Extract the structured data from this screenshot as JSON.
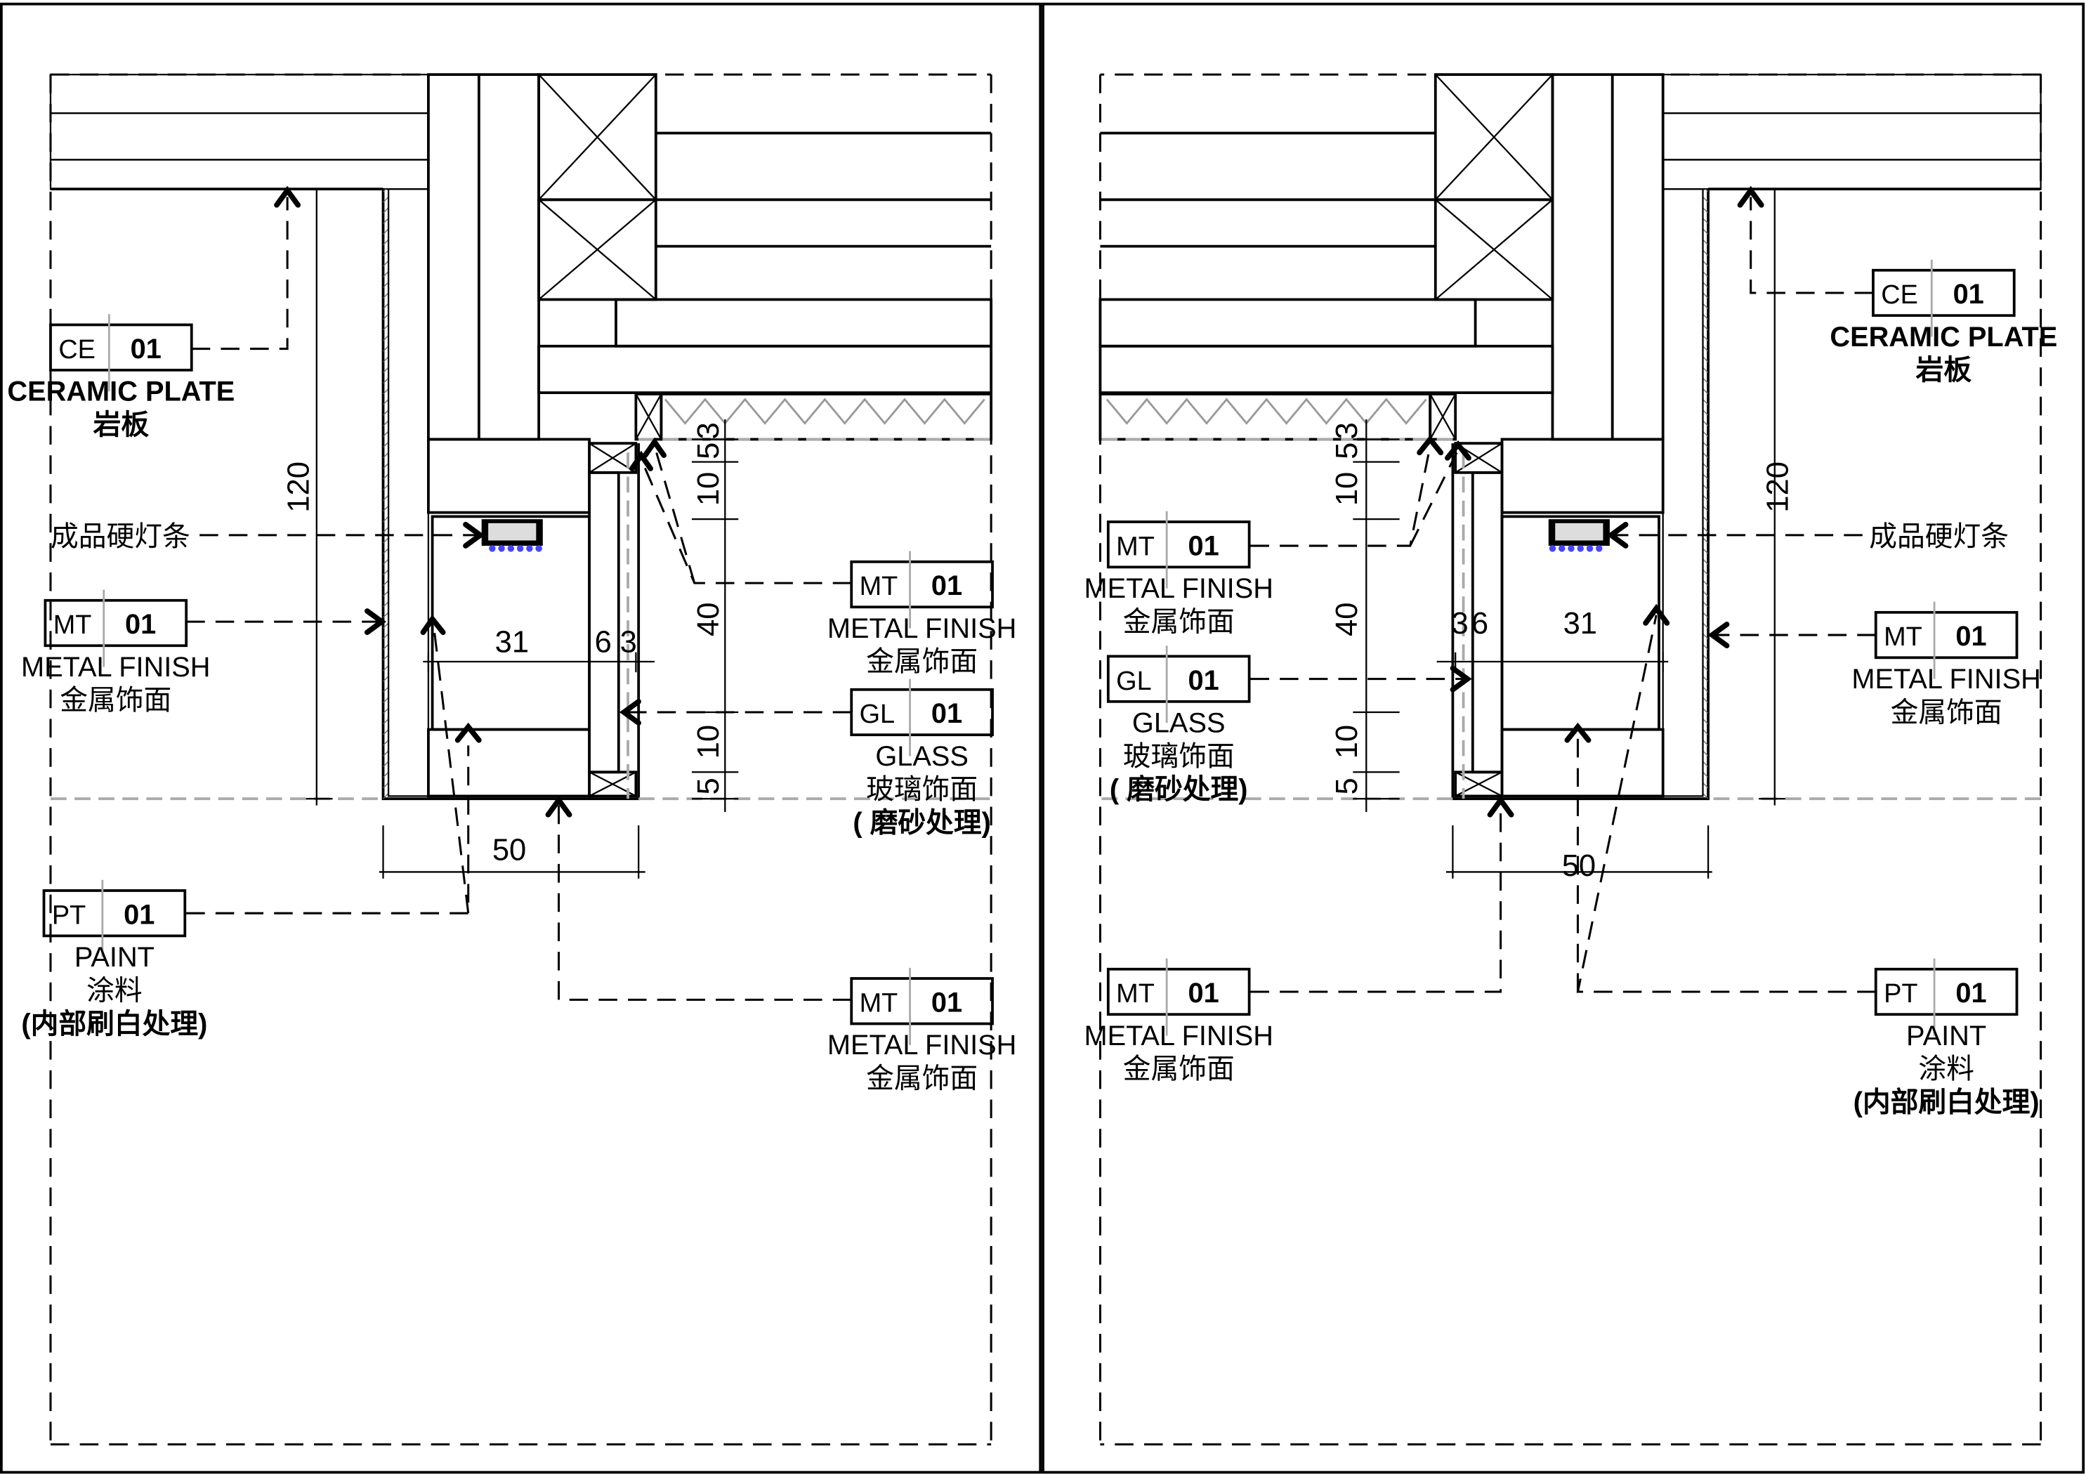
{
  "left_panel": {
    "tags": [
      {
        "code": "CE",
        "num": "01",
        "lines": [
          "CERAMIC PLATE",
          "岩板"
        ],
        "bold": [
          true,
          true
        ]
      },
      {
        "code": "MT",
        "num": "01",
        "lines": [
          "METAL FINISH",
          "金属饰面"
        ],
        "bold": [
          false,
          false
        ]
      },
      {
        "code": "PT",
        "num": "01",
        "lines": [
          "PAINT",
          "涂料",
          "(内部刷白处理)"
        ],
        "bold": [
          false,
          false,
          true
        ]
      },
      {
        "code": "MT",
        "num": "01",
        "lines": [
          "METAL FINISH",
          "金属饰面"
        ],
        "bold": [
          false,
          false
        ]
      },
      {
        "code": "GL",
        "num": "01",
        "lines": [
          "GLASS",
          "玻璃饰面",
          "( 磨砂处理)"
        ],
        "bold": [
          false,
          false,
          true
        ]
      },
      {
        "code": "MT",
        "num": "01",
        "lines": [
          "METAL FINISH",
          "金属饰面"
        ],
        "bold": [
          false,
          false
        ]
      }
    ],
    "led_label": "成品硬灯条",
    "dims": {
      "height": "120",
      "inner": "31",
      "glass": "6",
      "gap": "3",
      "width": "50",
      "v_top1": "5",
      "v_top2": "3",
      "v_a": "10",
      "v_b": "40",
      "v_c": "10",
      "v_d": "5"
    }
  },
  "right_panel": {
    "tags": [
      {
        "code": "CE",
        "num": "01",
        "lines": [
          "CERAMIC PLATE",
          "岩板"
        ],
        "bold": [
          true,
          true
        ]
      },
      {
        "code": "MT",
        "num": "01",
        "lines": [
          "METAL FINISH",
          "金属饰面"
        ],
        "bold": [
          false,
          false
        ]
      },
      {
        "code": "GL",
        "num": "01",
        "lines": [
          "GLASS",
          "玻璃饰面",
          "( 磨砂处理)"
        ],
        "bold": [
          false,
          false,
          true
        ]
      },
      {
        "code": "MT",
        "num": "01",
        "lines": [
          "METAL FINISH",
          "金属饰面"
        ],
        "bold": [
          false,
          false
        ]
      },
      {
        "code": "MT",
        "num": "01",
        "lines": [
          "METAL FINISH",
          "金属饰面"
        ],
        "bold": [
          false,
          false
        ]
      },
      {
        "code": "PT",
        "num": "01",
        "lines": [
          "PAINT",
          "涂料",
          "(内部刷白处理)"
        ],
        "bold": [
          false,
          false,
          true
        ]
      }
    ],
    "led_label": "成品硬灯条",
    "dims": {
      "height": "120",
      "inner": "31",
      "glass": "6",
      "gap": "3",
      "width": "50",
      "v_top1": "5",
      "v_top2": "3",
      "v_a": "10",
      "v_b": "40",
      "v_c": "10",
      "v_d": "5"
    }
  }
}
